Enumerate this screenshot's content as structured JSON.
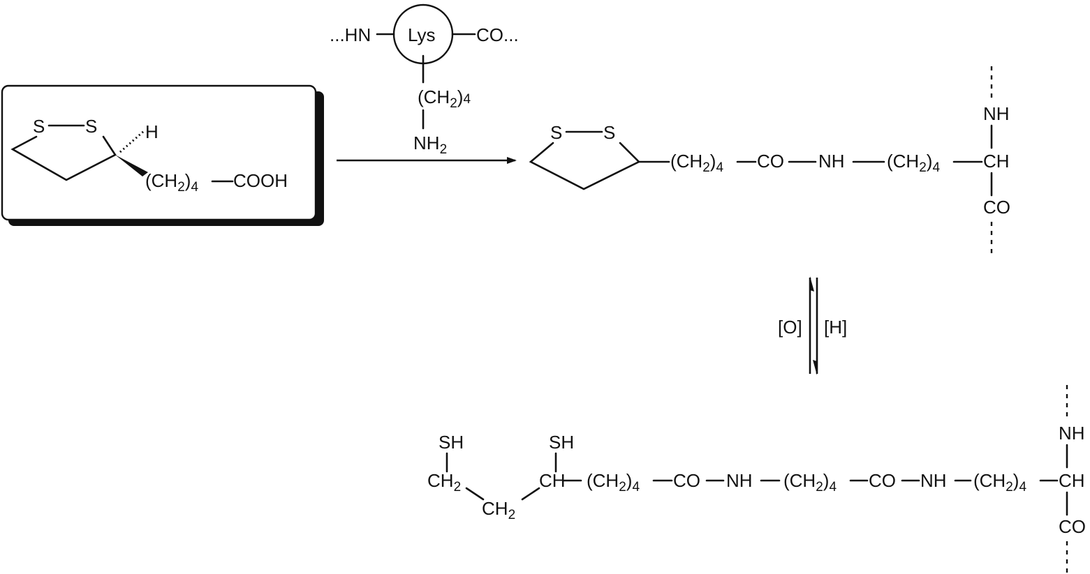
{
  "lipoic_acid": {
    "s1": "S",
    "s2": "S",
    "h": "H",
    "chain_open": "(CH",
    "chain_sub2": "2",
    "chain_close": ")",
    "chain_sub4": "4",
    "cooh": "COOH"
  },
  "lysine": {
    "left": "...HN",
    "center": "Lys",
    "right": "CO...",
    "chain_open": "(CH",
    "chain_sub2": "2",
    "chain_close": ")",
    "chain_sub4": "4",
    "nh2": "NH",
    "nh2_sub": "2"
  },
  "lipoamide": {
    "s1": "S",
    "s2": "S",
    "seg1_open": "(CH",
    "seg1_sub2": "2",
    "seg1_close": ")",
    "seg1_sub4": "4",
    "co": "CO",
    "nh": "NH",
    "seg2_open": "(CH",
    "seg2_sub2": "2",
    "seg2_close": ")",
    "seg2_sub4": "4",
    "backbone_nh": "NH",
    "backbone_ch": "CH",
    "backbone_co": "CO"
  },
  "equilibrium": {
    "oxidation": "[O]",
    "reduction": "[H]"
  },
  "dihydrolipoamide": {
    "sh1": "SH",
    "sh2": "SH",
    "ch2a": "CH",
    "ch2a_sub": "2",
    "ch2b": "CH",
    "ch2b_sub": "2",
    "ch": "CH",
    "seg1_open": "(CH",
    "seg1_sub2": "2",
    "seg1_close": ")",
    "seg1_sub4": "4",
    "co1": "CO",
    "nh1": "NH",
    "seg2_open": "(CH",
    "seg2_sub2": "2",
    "seg2_close": ")",
    "seg2_sub4": "4",
    "co2": "CO",
    "nh2": "NH",
    "seg3_open": "(CH",
    "seg3_sub2": "2",
    "seg3_close": ")",
    "seg3_sub4": "4",
    "backbone_nh": "NH",
    "backbone_ch": "CH",
    "backbone_co": "CO"
  }
}
